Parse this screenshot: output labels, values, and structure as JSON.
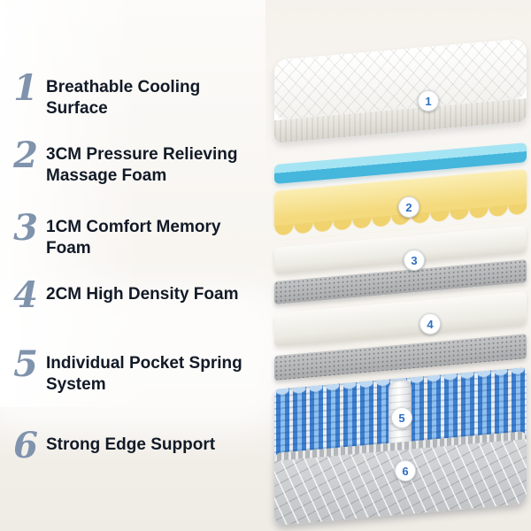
{
  "features": {
    "items": [
      {
        "num": "1",
        "label": "Breathable Cooling Surface"
      },
      {
        "num": "2",
        "label": "3CM Pressure Relieving Massage Foam"
      },
      {
        "num": "3",
        "label": "1CM Comfort Memory Foam"
      },
      {
        "num": "4",
        "label": "2CM High Density Foam"
      },
      {
        "num": "5",
        "label": "Individual Pocket Spring System"
      },
      {
        "num": "6",
        "label": "Strong Edge Support"
      }
    ]
  },
  "diagram": {
    "badges": [
      "1",
      "2",
      "3",
      "4",
      "5",
      "6"
    ],
    "colors": {
      "number_text": "#8093ac",
      "label_text": "#121a27",
      "badge_text": "#2d6fc2",
      "cooling_layer": "#45b6dc",
      "memory_foam_layer": "#f4da7d",
      "felt_layer": "#a9abad",
      "spring_coil": "#3c7fd0",
      "base_fabric": "#c3c6c8"
    }
  }
}
